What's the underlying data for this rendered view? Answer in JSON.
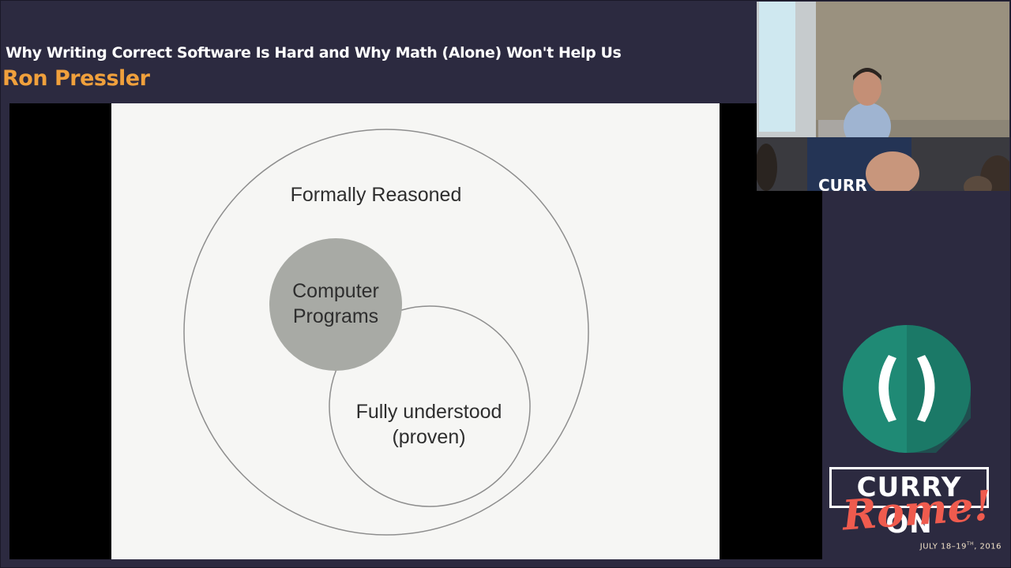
{
  "talk": {
    "title": "Why Writing Correct Software Is Hard and Why Math (Alone) Won't Help Us",
    "speaker": "Ron Pressler"
  },
  "slide": {
    "outer_label": "Formally Reasoned",
    "filled_label_line1": "Computer",
    "filled_label_line2": "Programs",
    "inner_label_line1": "Fully understood",
    "inner_label_line2": "(proven)"
  },
  "conference": {
    "wordmark": "CURRY ON",
    "city": "Rome!",
    "date_prefix": "JULY 18–19",
    "date_suffix_sup": "TH",
    "date_year": ", 2016",
    "podium_text": "CURR",
    "logo_icon": "parentheses-logo-icon"
  },
  "colors": {
    "background": "#2c2a40",
    "speaker_accent": "#f0a03c",
    "logo_teal": "#1f8a75",
    "rome_red": "#ef5b4e",
    "filled_circle": "#a8aaa5"
  }
}
